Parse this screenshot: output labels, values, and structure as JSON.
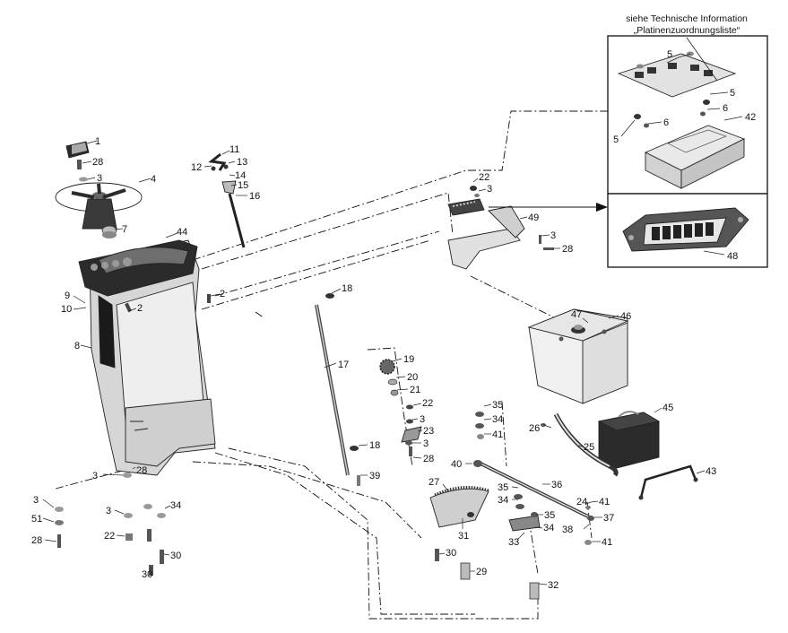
{
  "callout_note": {
    "line1": "siehe Technische Information",
    "line2": "„Platinenzuordnungsliste“"
  },
  "labels": {
    "p1": "1",
    "p28a": "28",
    "p3a": "3",
    "p4": "4",
    "p7": "7",
    "p44": "44",
    "p9": "9",
    "p10": "10",
    "p2a": "2",
    "p8": "8",
    "p2b": "2",
    "p11": "11",
    "p12": "12",
    "p13": "13",
    "p14": "14",
    "p15": "15",
    "p16": "16",
    "p22a": "22",
    "p3b": "3",
    "p49": "49",
    "p3c": "3",
    "p28b": "28",
    "p5a": "5",
    "p5b": "5",
    "p6a": "6",
    "p6b": "6",
    "p5c": "5",
    "p42": "42",
    "p48": "48",
    "p18a": "18",
    "p17": "17",
    "p19": "19",
    "p20": "20",
    "p21": "21",
    "p22b": "22",
    "p3d": "3",
    "p23": "23",
    "p3e": "3",
    "p28c": "28",
    "p18b": "18",
    "p39": "39",
    "p47": "47",
    "p46": "46",
    "p35a": "35",
    "p34a": "34",
    "p41a": "41",
    "p40": "40",
    "p26": "26",
    "p45": "45",
    "p25": "25",
    "p36": "36",
    "p27": "27",
    "p35b": "35",
    "p34b": "34",
    "p35c": "35",
    "p34c": "34",
    "p24": "24",
    "p41b": "41",
    "p37": "37",
    "p38": "38",
    "p43": "43",
    "p31": "31",
    "p33": "33",
    "p41c": "41",
    "p30a": "30",
    "p29": "29",
    "p32": "32",
    "p3f": "3",
    "p51": "51",
    "p28d": "28",
    "p3g": "3",
    "p34d": "34",
    "p22c": "22",
    "p30b": "30",
    "p30c": "30",
    "p28e": "28",
    "p3h": "3",
    "p5d": "5"
  },
  "colors": {
    "line": "#111111",
    "part_fill": "#d9d9d9",
    "part_dark": "#2b2b2b",
    "part_mid": "#9a9a9a"
  }
}
